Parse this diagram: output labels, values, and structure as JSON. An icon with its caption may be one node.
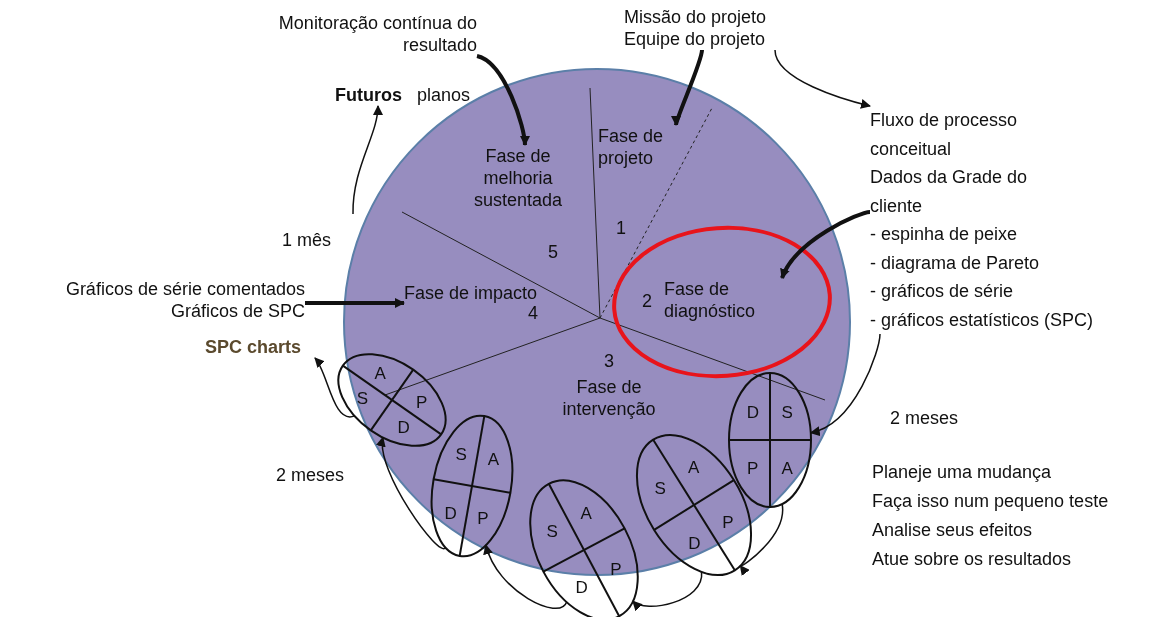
{
  "diagram": {
    "nodes": [
      {
        "text": [
          "Fase de projeto",
          "1"
        ]
      },
      {
        "text": [
          "2",
          "Fase de diagnóstico"
        ]
      },
      {
        "text": [
          "3",
          "Fase de intervenção"
        ]
      },
      {
        "text": [
          "Fase de impacto",
          "4"
        ]
      },
      {
        "text": [
          "Fase de melhoria sustentada",
          "5"
        ]
      },
      {
        "text": [
          "Monitoração contínua do resultado"
        ]
      },
      {
        "text": [
          "Missão do projeto",
          "Equipe do projeto"
        ]
      },
      {
        "text": [
          "Fluxo de processo conceitual",
          "Dados da Grade do cliente",
          "- espinha de peixe",
          "- diagrama de Pareto",
          "- gráficos de série",
          "- gráficos estatísticos (SPC)"
        ]
      },
      {
        "text": [
          "Gráficos de série comentados",
          "Gráficos de SPC"
        ]
      },
      {
        "text": [
          "**Futuros**   planos"
        ]
      },
      {
        "text": [
          "SPC charts"
        ]
      },
      {
        "text": [
          "A",
          "S",
          "P",
          "D"
        ]
      },
      {
        "text": [
          "S",
          "A",
          "D",
          "P"
        ]
      },
      {
        "text": [
          "A",
          "S",
          "P",
          "D"
        ]
      },
      {
        "text": [
          "A",
          "S",
          "P",
          "D"
        ]
      },
      {
        "text": [
          "D",
          "S",
          "P",
          "A"
        ]
      }
    ],
    "edges": [
      {
        "from": 5,
        "to": 4,
        "arrow": "to",
        "style": "thick"
      },
      {
        "from": 6,
        "to": 0,
        "arrow": "to",
        "style": "thick"
      },
      {
        "from": 7,
        "to": 1,
        "arrow": "to",
        "style": "thick"
      },
      {
        "from": 8,
        "to": 3,
        "arrow": "to",
        "style": "thick"
      },
      {
        "from": 6,
        "to": 7,
        "arrow": "to"
      },
      {
        "from": 7,
        "to": 15,
        "arrow": "to"
      },
      {
        "from": 15,
        "to": 14,
        "arrow": "to"
      },
      {
        "from": 14,
        "to": 13,
        "arrow": "to"
      },
      {
        "from": 13,
        "to": 12,
        "arrow": "to"
      },
      {
        "from": 12,
        "to": 11,
        "arrow": "to"
      },
      {
        "from": 11,
        "to": 10,
        "arrow": "to"
      },
      {
        "from": null,
        "to": 9,
        "arrow": "to"
      }
    ],
    "labels": [
      "1 mês",
      "2 meses",
      "2 meses",
      "Planeje uma mudança",
      "Faça isso num pequeno teste",
      "Analise seus efeitos",
      "Atue sobre os resultados"
    ]
  }
}
